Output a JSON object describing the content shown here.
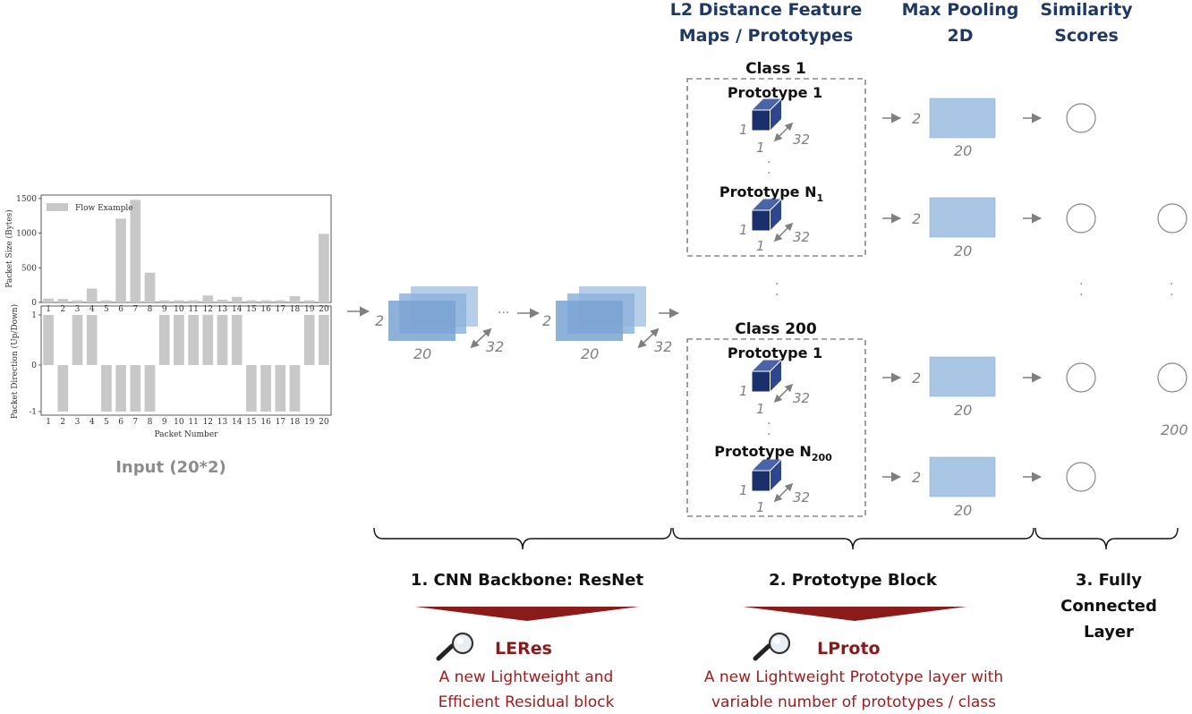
{
  "headers": {
    "l2_line1": "L2 Distance Feature",
    "l2_line2": "Maps / Prototypes",
    "maxpool_line1": "Max Pooling",
    "maxpool_line2": "2D",
    "sim_line1": "Similarity",
    "sim_line2": "Scores"
  },
  "classes": {
    "class1": "Class 1",
    "class200": "Class 200",
    "proto1": "Prototype 1",
    "protoN_base": "Prototype N",
    "protoN1_sub": "1",
    "protoN200_sub": "200"
  },
  "dims": {
    "two": "2",
    "twenty": "20",
    "thirtytwo": "32",
    "one": "1",
    "two_hundred": "200",
    "ellipsis": "···"
  },
  "sections": {
    "cnn": "1. CNN Backbone: ResNet",
    "proto_block": "2. Prototype Block",
    "fc_line1": "3. Fully",
    "fc_line2": "Connected",
    "fc_line3": "Layer"
  },
  "innovations": {
    "leres_title": "LERes",
    "leres_line1": "A new Lightweight and",
    "leres_line2": "Efficient Residual block",
    "lproto_title": "LProto",
    "lproto_line1": "A new Lightweight Prototype layer with",
    "lproto_line2": "variable number of prototypes / class"
  },
  "input_label": "Input (20*2)",
  "colors": {
    "header_navy": "#1f3864",
    "dark_red": "#8b1a1a",
    "cube_navy": "#1b2f6b",
    "feature_blue": "#a9c6e4",
    "bar_gray": "#c8c8c8"
  },
  "icons": {
    "magnifier": "magnifier-icon",
    "arrow": "arrow-right-icon"
  },
  "chart_data": {
    "type": "bar",
    "x": [
      1,
      2,
      3,
      4,
      5,
      6,
      7,
      8,
      9,
      10,
      11,
      12,
      13,
      14,
      15,
      16,
      17,
      18,
      19,
      20
    ],
    "xlabel": "Packet Number",
    "legend": "Flow Example",
    "top": {
      "ylabel": "Packet Size (Bytes)",
      "ylim": [
        0,
        1550
      ],
      "yticks": [
        0,
        500,
        1000,
        1500
      ],
      "values": [
        55,
        50,
        30,
        200,
        30,
        1210,
        1480,
        430,
        30,
        30,
        30,
        100,
        40,
        80,
        30,
        30,
        30,
        90,
        30,
        990
      ]
    },
    "bottom": {
      "ylabel": "Packet Direction (Up/Down)",
      "ylim": [
        -1,
        1
      ],
      "yticks": [
        -1,
        0,
        1
      ],
      "values": [
        1,
        -1,
        1,
        1,
        -1,
        -1,
        -1,
        -1,
        1,
        1,
        1,
        1,
        1,
        1,
        -1,
        -1,
        -1,
        -1,
        1,
        1
      ]
    }
  }
}
